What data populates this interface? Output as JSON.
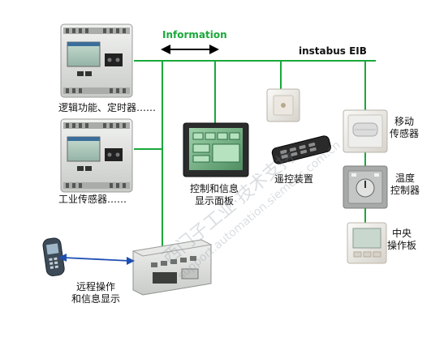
{
  "bus": {
    "info_label": "Information",
    "eib_label": "instabus EIB",
    "line_color": "#1aa83a",
    "info_color": "#1aa83a"
  },
  "devices": {
    "logo_top": {
      "icon": "logo-controller-icon",
      "caption": "逻辑功能、定时器……"
    },
    "logo_bottom": {
      "icon": "logo-controller-icon",
      "caption": "工业传感器……"
    },
    "panel": {
      "icon": "touch-panel-icon",
      "caption_line1": "控制和信息",
      "caption_line2": "显示面板"
    },
    "remote": {
      "icon": "remote-control-icon",
      "caption": "遥控装置"
    },
    "wall_switch": {
      "icon": "wall-switch-icon"
    },
    "motion": {
      "icon": "motion-sensor-icon",
      "caption_line1": "移动",
      "caption_line2": "传感器"
    },
    "temperature": {
      "icon": "thermostat-icon",
      "caption_line1": "温度",
      "caption_line2": "控制器"
    },
    "central": {
      "icon": "central-panel-icon",
      "caption_line1": "中央",
      "caption_line2": "操作板"
    },
    "phone": {
      "icon": "mobile-phone-icon"
    },
    "gateway": {
      "icon": "gateway-module-icon"
    },
    "remote_display": {
      "caption_line1": "远程操作",
      "caption_line2": "和信息显示"
    }
  },
  "watermark": {
    "line1": "西门子工业·技术支持",
    "line2": "support.automation.siemens.com.cn"
  }
}
